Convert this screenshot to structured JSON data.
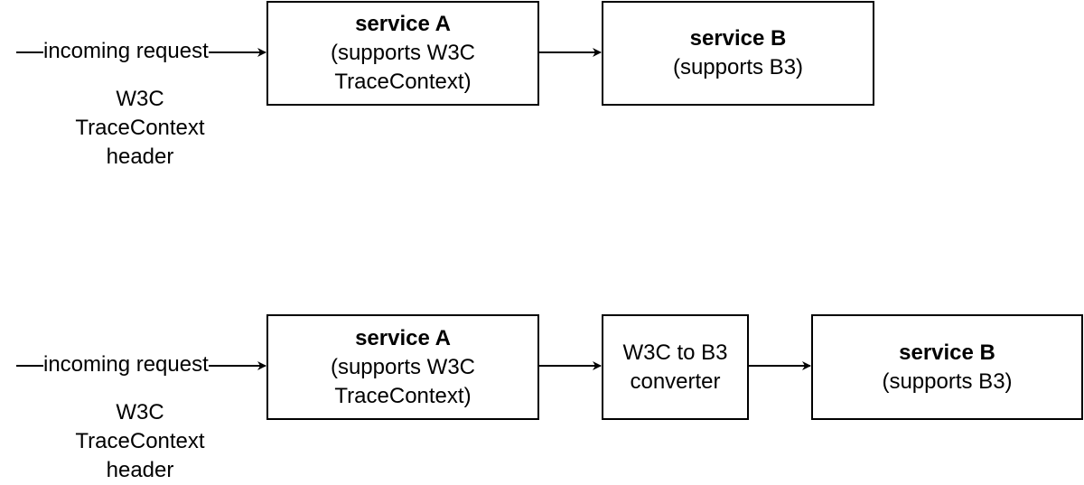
{
  "colors": {
    "stroke": "#000000",
    "background": "#ffffff"
  },
  "top_flow": {
    "incoming_label": "incoming request",
    "header_note": [
      "W3C",
      "TraceContext",
      "header"
    ],
    "service_a": {
      "title": "service A",
      "subtitle": [
        "(supports W3C",
        "TraceContext)"
      ]
    },
    "service_b": {
      "title": "service B",
      "subtitle": [
        "(supports B3)"
      ]
    }
  },
  "bottom_flow": {
    "incoming_label": "incoming request",
    "header_note": [
      "W3C",
      "TraceContext",
      "header"
    ],
    "service_a": {
      "title": "service A",
      "subtitle": [
        "(supports W3C",
        "TraceContext)"
      ]
    },
    "converter": {
      "text": [
        "W3C to B3",
        "converter"
      ]
    },
    "service_b": {
      "title": "service B",
      "subtitle": [
        "(supports B3)"
      ]
    }
  }
}
